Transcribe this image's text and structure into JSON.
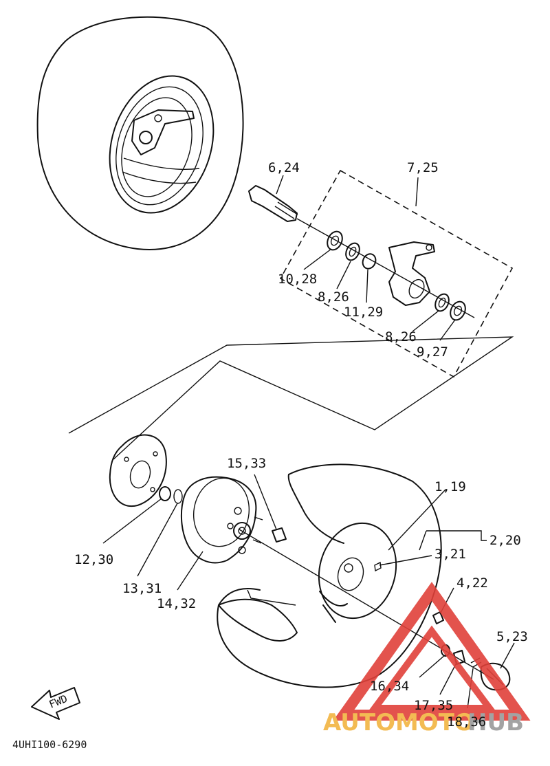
{
  "diagram": {
    "labels": {
      "l_6_24": "6,24",
      "l_7_25": "7,25",
      "l_10_28": "10,28",
      "l_8_26a": "8,26",
      "l_11_29": "11,29",
      "l_8_26b": "8,26",
      "l_9_27": "9,27",
      "l_15_33": "15,33",
      "l_1_19": "1,19",
      "l_2_20": "2,20",
      "l_3_21": "3,21",
      "l_4_22": "4,22",
      "l_5_23": "5,23",
      "l_12_30": "12,30",
      "l_13_31": "13,31",
      "l_14_32": "14,32",
      "l_16_34": "16,34",
      "l_17_35": "17,35",
      "l_18_36": "18,36"
    },
    "fwd_label": "FWD",
    "drawing_code": "4UHI100-6290"
  },
  "watermark": {
    "text_a": "AUTOMOTO",
    "text_b": "HUB",
    "color_triangle": "#e0413a",
    "color_text_a": "#f2b441",
    "color_text_b": "#9a9a9a"
  }
}
